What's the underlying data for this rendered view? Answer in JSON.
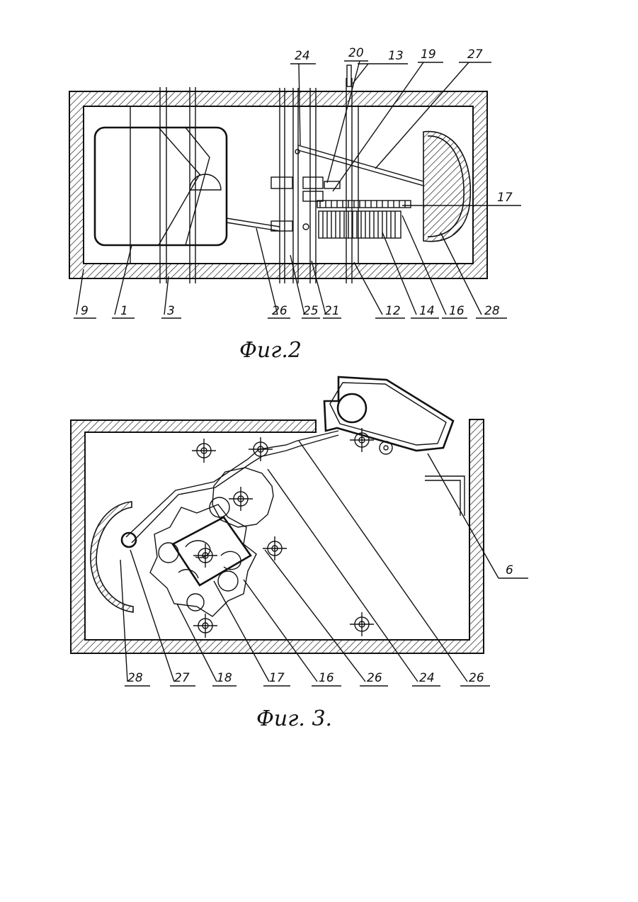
{
  "fig2": {
    "caption": "Фиг.2",
    "labels": {
      "l24": "24",
      "l20": "20",
      "l13": "13",
      "l19": "19",
      "l27": "27",
      "l17": "17",
      "l9": "9",
      "l1": "1",
      "l3": "3",
      "l26": "26",
      "l25": "25",
      "l21": "21",
      "l12": "12",
      "l14": "14",
      "l16": "16",
      "l28": "28"
    }
  },
  "fig3": {
    "caption": "Фиг. 3.",
    "labels": {
      "l6": "6",
      "l28": "28",
      "l27": "27",
      "l18": "18",
      "l17": "17",
      "l16": "16",
      "l26a": "26",
      "l24": "24",
      "l26b": "26"
    }
  }
}
